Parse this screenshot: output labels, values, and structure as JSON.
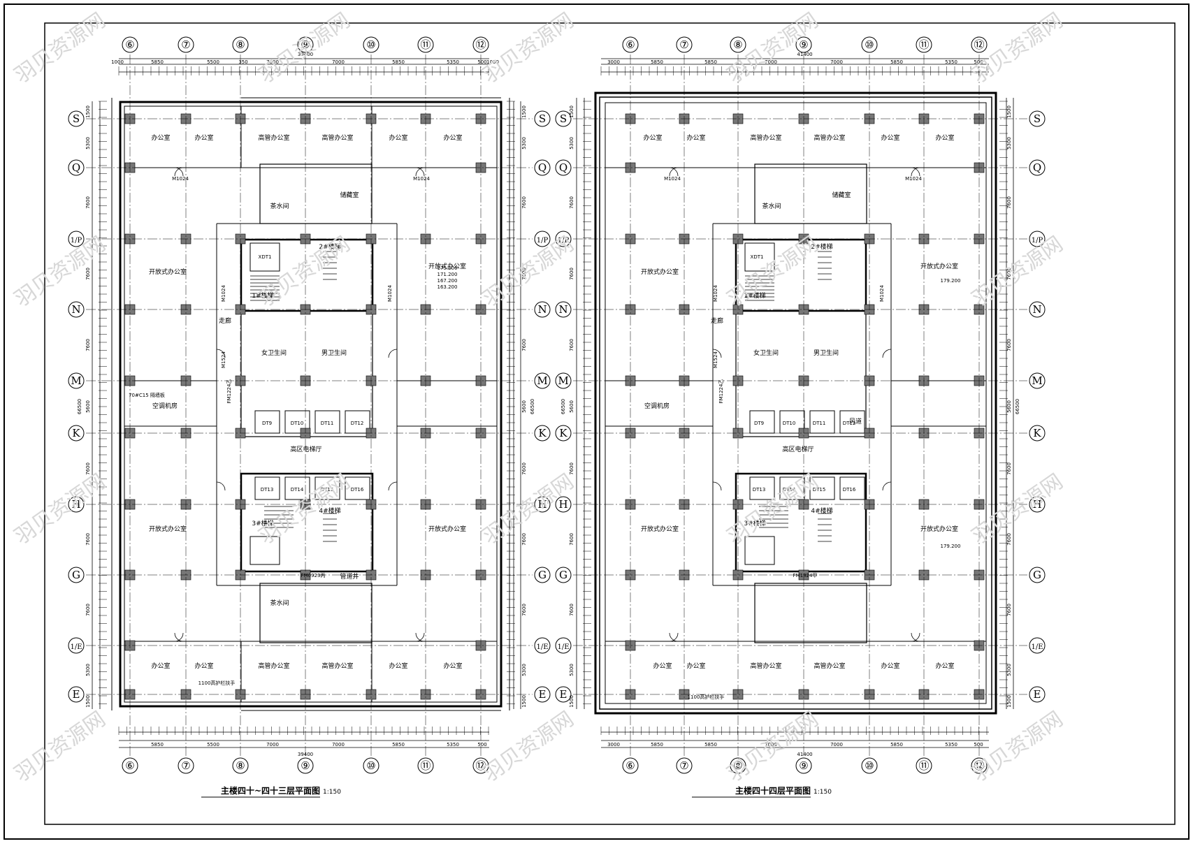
{
  "grid": {
    "columns": [
      "⑥",
      "⑦",
      "⑧",
      "⑨",
      "⑩",
      "⑪",
      "⑫"
    ],
    "rows": [
      "S",
      "Q",
      "1/P",
      "N",
      "M",
      "K",
      "H",
      "G",
      "1/E",
      "E"
    ]
  },
  "left_plan": {
    "title": "主楼四十~四十三层平面图",
    "scale": "1:150",
    "top_total": "39400",
    "bottom_total": "39400",
    "side_total": "66500",
    "top_spans": [
      "1000",
      "5850",
      "5500",
      "350",
      "7000",
      "7000",
      "5850",
      "5350",
      "500",
      "1000"
    ],
    "bottom_spans": [
      "5850",
      "5500",
      "7000",
      "7000",
      "5850",
      "5350",
      "500"
    ],
    "side_spans": [
      "1500",
      "5300",
      "7600",
      "7600",
      "7600",
      "5600",
      "7600",
      "7600",
      "7600",
      "5300",
      "1500"
    ],
    "rooms": {
      "office_nw": "办公室",
      "office_nw2": "办公室",
      "exec_n1": "高管办公室",
      "exec_n2": "高管办公室",
      "office_ne": "办公室",
      "office_ne2": "办公室",
      "open_office_w1": "开放式办公室",
      "open_office_e1": "开放式办公室",
      "open_office_w2": "开放式办公室",
      "open_office_e2": "开放式办公室",
      "elevator_hall": "高区电梯厅",
      "ac_room": "空调机房",
      "women_wc": "女卫生间",
      "men_wc": "男卫生间",
      "lounge1": "茶水间",
      "lounge2": "茶水间",
      "storage": "储藏室",
      "office_sw": "办公室",
      "office_sw2": "办公室",
      "exec_s1": "高管办公室",
      "exec_s2": "高管办公室",
      "office_se": "办公室",
      "office_se2": "办公室",
      "corridor": "走廊",
      "stair1": "1#楼梯",
      "stair2": "2#楼梯",
      "stair3": "3#楼梯",
      "stair4": "4#楼梯",
      "pipe": "管道井",
      "note_m": "70#C15 隔墙板",
      "rail": "1100高护栏扶手"
    },
    "elevations": [
      "175.200",
      "171.200",
      "167.200",
      "163.200"
    ],
    "doors": [
      "M1024",
      "M1024",
      "M1024",
      "M1024",
      "FM1224乙",
      "M1524",
      "FM0923丙"
    ],
    "elevators": [
      "DT9",
      "DT10",
      "DT11",
      "DT12",
      "DT13",
      "DT14",
      "DT15",
      "DT16",
      "XDT1"
    ]
  },
  "right_plan": {
    "title": "主楼四十四层平面图",
    "scale": "1:150",
    "top_total": "41400",
    "bottom_total": "41400",
    "side_total": "66500",
    "top_spans": [
      "3000",
      "5850",
      "5850",
      "7000",
      "7000",
      "5850",
      "5350",
      "500"
    ],
    "bottom_spans": [
      "3000",
      "5850",
      "5850",
      "7000",
      "7000",
      "5850",
      "5350",
      "500"
    ],
    "side_spans": [
      "1500",
      "5300",
      "7600",
      "7600",
      "7600",
      "5600",
      "7600",
      "7600",
      "7600",
      "5300",
      "1500"
    ],
    "rooms": {
      "office_nw": "办公室",
      "office_nw2": "办公室",
      "exec_n1": "高管办公室",
      "exec_n2": "高管办公室",
      "office_ne": "办公室",
      "office_ne2": "办公室",
      "open_office_w1": "开放式办公室",
      "open_office_e1": "开放式办公室",
      "open_office_w2": "开放式办公室",
      "open_office_e2": "开放式办公室",
      "elevator_hall": "高区电梯厅",
      "ac_room": "空调机房",
      "women_wc": "女卫生间",
      "men_wc": "男卫生间",
      "lounge1": "茶水间",
      "storage": "储藏室",
      "office_sw": "办公室",
      "office_sw2": "办公室",
      "exec_s1": "高管办公室",
      "exec_s2": "高管办公室",
      "office_se": "办公室",
      "office_se2": "办公室",
      "corridor": "走廊",
      "stair1": "1#楼梯",
      "stair2": "2#楼梯",
      "stair3": "3#楼梯",
      "stair4": "4#楼梯",
      "wind": "风道",
      "rail": "1100高护栏扶手"
    },
    "elevations": [
      "179.200",
      "179.200"
    ],
    "doors": [
      "M1024",
      "M1024",
      "M1024",
      "M1024",
      "FM1224乙",
      "M1524",
      "FM1824甲"
    ],
    "elevators": [
      "DT9",
      "DT10",
      "DT11",
      "DT12",
      "DT13",
      "DT14",
      "DT15",
      "DT16",
      "XDT1"
    ]
  },
  "watermark": "羽贝资源网"
}
